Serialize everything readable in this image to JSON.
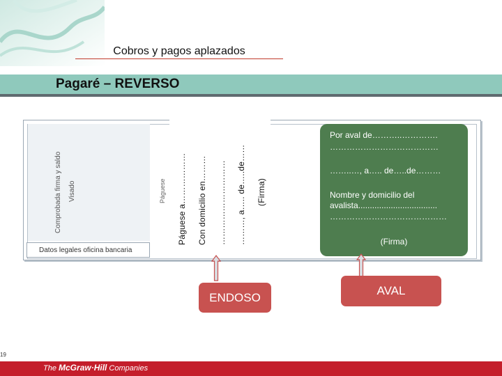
{
  "slide": {
    "title": "Cobros y pagos aplazados",
    "section": "Pagaré – REVERSO",
    "page_number": "19"
  },
  "document": {
    "left_labels": {
      "comprobada": "Comprobada firma y saldo",
      "visado": "Visado",
      "paguese_small": "Páguese"
    },
    "bank_box": "Datos legales oficina bancaria",
    "endorsement_lines": [
      "Páguese a………………",
      "Con domicilio en………",
      "…………………………",
      "………, a….. de…..de……",
      "(Firma)"
    ]
  },
  "aval": {
    "line1": "Por aval de………..………….",
    "line2": "…………………………………",
    "line3": "……..…, a….. de…..de………",
    "line4": "Nombre y domicilio del",
    "line5": "avalista..................................",
    "line6": "……………………………………",
    "firma": "(Firma)"
  },
  "labels": {
    "endoso": "ENDOSO",
    "aval": "AVAL"
  },
  "footer": {
    "logo_prefix": "The ",
    "logo_brand": "McGraw·Hill",
    "logo_suffix": " Companies"
  },
  "colors": {
    "band": "#8fc9bc",
    "aval_box": "#4e7d4f",
    "label_red": "#c85250",
    "footer": "#c41e2b"
  }
}
